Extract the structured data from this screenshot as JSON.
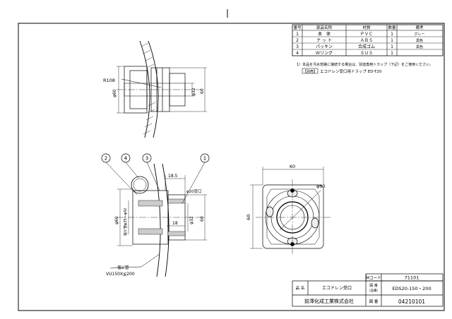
{
  "parts_table": {
    "headers": [
      "番号",
      "部品名称",
      "材質",
      "数量",
      "備考"
    ],
    "rows": [
      {
        "no": "1",
        "name": "本　体",
        "material": "ＰＶＣ",
        "qty": "1",
        "note": "グレー"
      },
      {
        "no": "2",
        "name": "ナ ッ ト",
        "material": "ＡＢＳ",
        "qty": "1",
        "note": "黒色"
      },
      {
        "no": "3",
        "name": "パッキン",
        "material": "合成ゴム",
        "qty": "1",
        "note": "黒色"
      },
      {
        "no": "4",
        "name": "Ｗリング",
        "material": "ＳＵＳ",
        "qty": "1",
        "note": ""
      }
    ]
  },
  "notes": {
    "note1": "1）本品を汚水管路に接続する場合は、別途専用トラップ（下記）をご使用ください。",
    "note2_tag": "【別売】",
    "note2": "エコドレン受口用トラップ ED-T20"
  },
  "dims": {
    "radius": "R108",
    "dia60_left": "φ60",
    "dia32_top": "φ32",
    "h60_top": "60",
    "d18_5": "18.5",
    "d20": "φ20受口",
    "dia60_sec": "φ60",
    "dia32_sec": "φ32",
    "h60_sec": "60",
    "d18": "18",
    "range": "塩ビ管φ35～φ42",
    "w60_plan": "60",
    "h60_plan": "60",
    "dia60_plan": "φ60"
  },
  "callouts": [
    "1",
    "2",
    "3",
    "4"
  ],
  "pipe_label": {
    "line1": "塩ビ管",
    "line2": "VU150X≦200"
  },
  "title_block": {
    "mcode_label": "Mコード",
    "mcode": "71101",
    "drawing_label": "図 番",
    "drawing_label2": "（品番）",
    "drawing_no": "EDS20-150・200",
    "name_label": "品 名",
    "name": "エコドレン受口",
    "company": "前澤化成工業株式会社",
    "file_label": "図 番",
    "file_no": "04210101"
  }
}
